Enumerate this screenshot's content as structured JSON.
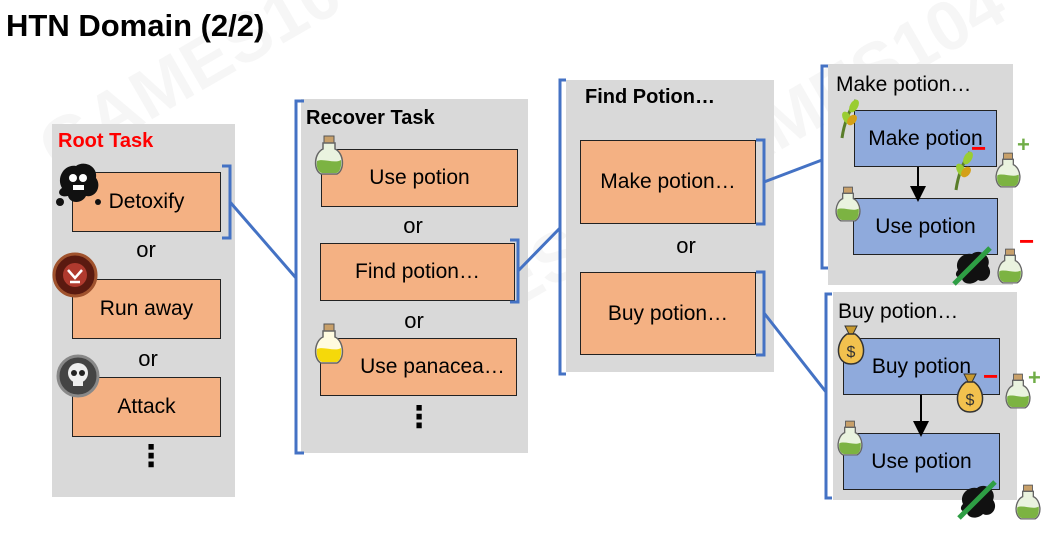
{
  "title": "HTN Domain (2/2)",
  "watermark": "GAMES104",
  "root": {
    "title": "Root Task",
    "title_color": "#ff0000",
    "tasks": [
      "Detoxify",
      "Run away",
      "Attack"
    ],
    "or": "or",
    "more": "⋮"
  },
  "recover": {
    "title": "Recover Task",
    "tasks": [
      "Use potion",
      "Find potion…",
      "Use panacea…"
    ],
    "or": "or",
    "more": "⋮"
  },
  "find": {
    "title": "Find Potion…",
    "tasks": [
      "Make potion…",
      "Buy potion…"
    ],
    "or": "or"
  },
  "make": {
    "title": "Make potion…",
    "steps": [
      "Make potion",
      "Use potion"
    ],
    "minus": "−",
    "plus": "+"
  },
  "buy": {
    "title": "Buy potion…",
    "steps": [
      "Buy potion",
      "Use potion"
    ],
    "minus": "−",
    "plus": "+"
  },
  "colors": {
    "panel": "#d9d9d9",
    "task_box": "#f4b183",
    "step_box": "#8faadc",
    "connector": "#4472c4",
    "minus": "#ff0000",
    "plus": "#70ad47",
    "cross": "#2e9e44"
  },
  "icons": [
    "poison-icon",
    "flee-icon",
    "skull-icon",
    "potion-icon",
    "panacea-icon",
    "herb-icon",
    "coin-bag-icon",
    "cure-cross-icon"
  ]
}
